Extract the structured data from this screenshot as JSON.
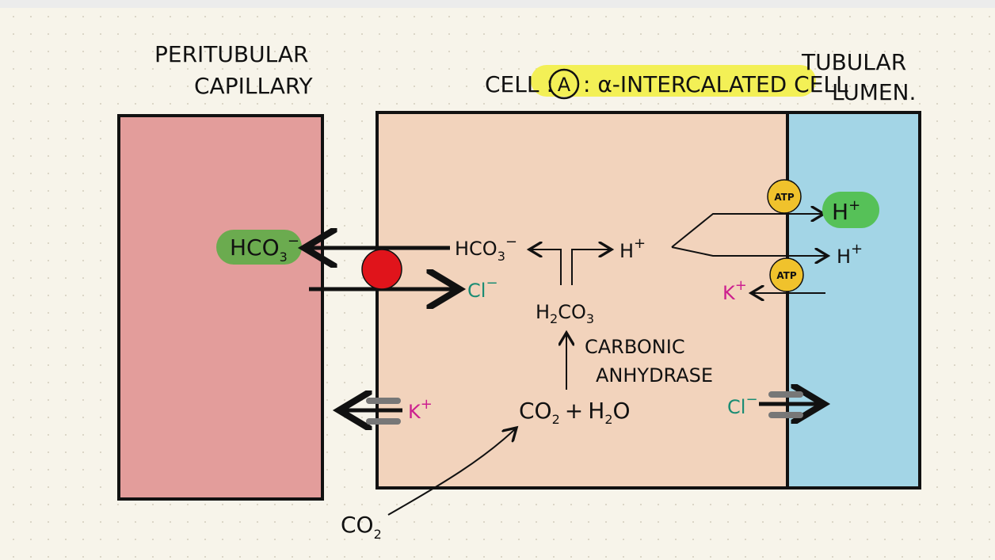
{
  "capillary": {
    "label_line1": "PERITUBULAR",
    "label_line2": "CAPILLARY",
    "fill": "#e39d9b"
  },
  "cell": {
    "prefix": "CELL :",
    "id": "A",
    "name": ": α-INTERCALATED CELL",
    "fill": "#f2d3bc",
    "highlight": "#f3f056"
  },
  "lumen": {
    "label_line1": "TUBULAR",
    "label_line2": "LUMEN.",
    "fill": "#a3d5e6"
  },
  "species": {
    "hco3_blood": {
      "base": "HCO",
      "sub": "3",
      "sup": "−"
    },
    "hco3_cell": {
      "base": "HCO",
      "sub": "3",
      "sup": "−"
    },
    "cl_cell": {
      "base": "Cl",
      "sup": "−"
    },
    "h_cell": {
      "base": "H",
      "sup": "+"
    },
    "h2co3": {
      "a": "H",
      "a_sub": "2",
      "b": "CO",
      "b_sub": "3"
    },
    "co2_h2o": {
      "a": "CO",
      "a_sub": "2",
      "plus": "+",
      "b": "H",
      "b_sub": "2",
      "c": "O"
    },
    "enzyme_line1": "CARBONIC",
    "enzyme_line2": "ANHYDRASE",
    "k_basolateral": {
      "base": "K",
      "sup": "+"
    },
    "co2_outside": {
      "base": "CO",
      "sub": "2"
    },
    "h_lumen_top": {
      "base": "H",
      "sup": "+"
    },
    "h_lumen_mid": {
      "base": "H",
      "sup": "+"
    },
    "k_apical": {
      "base": "K",
      "sup": "+"
    },
    "cl_apical": {
      "base": "Cl",
      "sup": "−"
    }
  },
  "pumps": {
    "atp_top": "ATP",
    "atp_bottom": "ATP",
    "color": "#f0c22c"
  },
  "exchanger": {
    "color": "#e0141b"
  },
  "channel_color": "#777777",
  "highlight_green": "#6bab4f",
  "lumen_h_highlight": "#56c158"
}
